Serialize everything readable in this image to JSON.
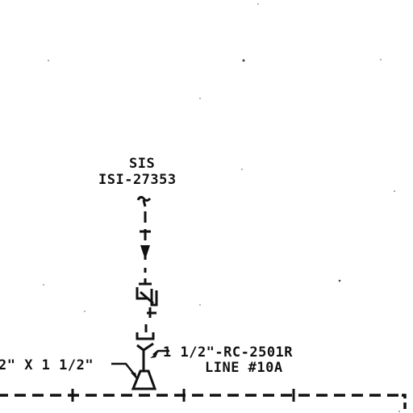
{
  "labels": {
    "system": "SIS",
    "tag": "ISI-27353",
    "line_spec": "1 1/2\"-RC-2501R",
    "line_number": "LINE #10A",
    "reducer": "2\" X 1 1/2\""
  },
  "colors": {
    "ink": "#111111",
    "background": "#ffffff"
  }
}
